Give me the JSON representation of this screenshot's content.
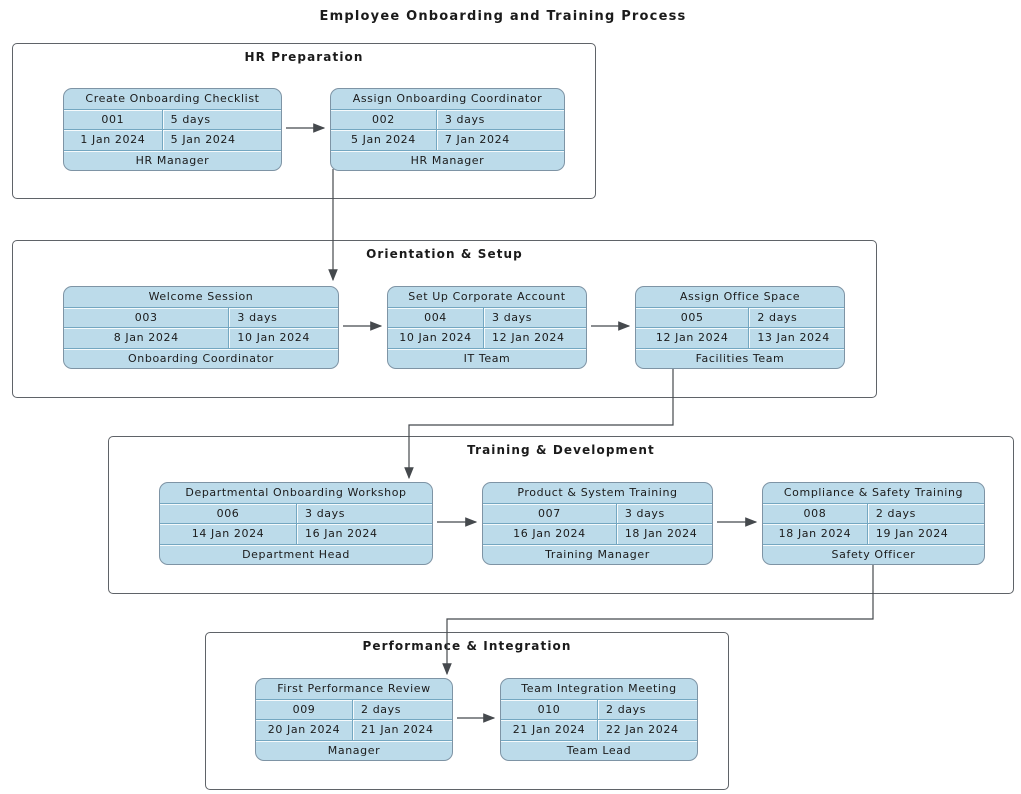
{
  "title": "Employee Onboarding and Training Process",
  "groups": [
    {
      "label": "HR Preparation",
      "task_ids": [
        "001",
        "002"
      ]
    },
    {
      "label": "Orientation & Setup",
      "task_ids": [
        "003",
        "004",
        "005"
      ]
    },
    {
      "label": "Training & Development",
      "task_ids": [
        "006",
        "007",
        "008"
      ]
    },
    {
      "label": "Performance & Integration",
      "task_ids": [
        "009",
        "010"
      ]
    }
  ],
  "tasks": [
    {
      "name": "Create Onboarding Checklist",
      "id": "001",
      "duration": "5 days",
      "start": "1 Jan 2024",
      "end": "5 Jan 2024",
      "responsible": "HR Manager"
    },
    {
      "name": "Assign Onboarding Coordinator",
      "id": "002",
      "duration": "3 days",
      "start": "5 Jan 2024",
      "end": "7 Jan 2024",
      "responsible": "HR Manager"
    },
    {
      "name": "Welcome Session",
      "id": "003",
      "duration": "3 days",
      "start": "8 Jan 2024",
      "end": "10 Jan 2024",
      "responsible": "Onboarding Coordinator"
    },
    {
      "name": "Set Up Corporate Account",
      "id": "004",
      "duration": "3 days",
      "start": "10 Jan 2024",
      "end": "12 Jan 2024",
      "responsible": "IT Team"
    },
    {
      "name": "Assign Office Space",
      "id": "005",
      "duration": "2 days",
      "start": "12 Jan 2024",
      "end": "13 Jan 2024",
      "responsible": "Facilities Team"
    },
    {
      "name": "Departmental Onboarding Workshop",
      "id": "006",
      "duration": "3 days",
      "start": "14 Jan 2024",
      "end": "16 Jan 2024",
      "responsible": "Department Head"
    },
    {
      "name": "Product & System Training",
      "id": "007",
      "duration": "3 days",
      "start": "16 Jan 2024",
      "end": "18 Jan 2024",
      "responsible": "Training Manager"
    },
    {
      "name": "Compliance & Safety Training",
      "id": "008",
      "duration": "2 days",
      "start": "18 Jan 2024",
      "end": "19 Jan 2024",
      "responsible": "Safety Officer"
    },
    {
      "name": "First Performance Review",
      "id": "009",
      "duration": "2 days",
      "start": "20 Jan 2024",
      "end": "21 Jan 2024",
      "responsible": "Manager"
    },
    {
      "name": "Team Integration Meeting",
      "id": "010",
      "duration": "2 days",
      "start": "21 Jan 2024",
      "end": "22 Jan 2024",
      "responsible": "Team Lead"
    }
  ],
  "edges": [
    {
      "from": "001",
      "to": "002"
    },
    {
      "from": "002",
      "to": "003"
    },
    {
      "from": "003",
      "to": "004"
    },
    {
      "from": "004",
      "to": "005"
    },
    {
      "from": "005",
      "to": "006"
    },
    {
      "from": "006",
      "to": "007"
    },
    {
      "from": "007",
      "to": "008"
    },
    {
      "from": "008",
      "to": "009"
    },
    {
      "from": "009",
      "to": "010"
    }
  ],
  "colors": {
    "node_fill": "#bcdbea",
    "node_border": "#7e94a5",
    "row_divider": "#74a7c1",
    "cluster_border": "#5f6368",
    "edge": "#45494d",
    "text": "#1b1b1b",
    "bg": "#ffffff"
  }
}
